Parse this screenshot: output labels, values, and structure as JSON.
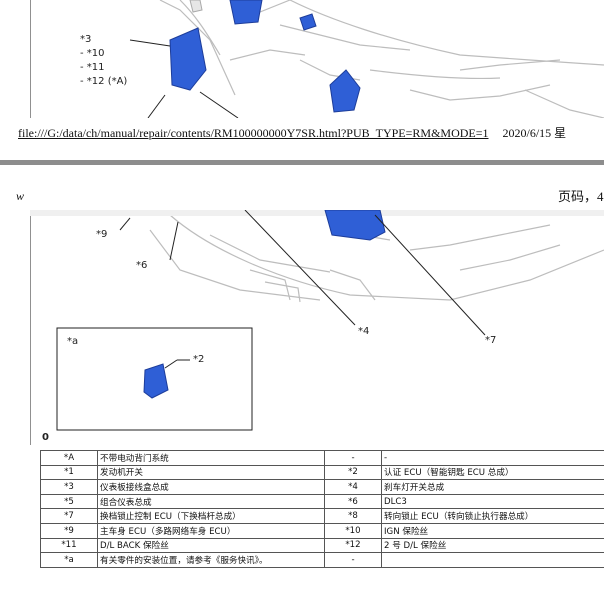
{
  "top_diagram": {
    "callouts": [
      "*3",
      "- *10",
      "- *11",
      "- *12 (*A)"
    ]
  },
  "url_line": {
    "link": "file:///G:/data/ch/manual/repair/contents/RM100000000Y7SR.html?PUB_TYPE=RM&MODE=1",
    "date": "2020/6/15",
    "trailing": "星"
  },
  "header": {
    "left_mark": "w",
    "page_label": "页码，4"
  },
  "bottom_diagram": {
    "callouts": [
      "*9",
      "*6",
      "*4",
      "*7"
    ],
    "inset": {
      "label": "*a",
      "callout": "*2"
    },
    "corner_mark": "0"
  },
  "parts_table": {
    "rows": [
      [
        "*A",
        "不带电动背门系统",
        "-",
        "-"
      ],
      [
        "*1",
        "发动机开关",
        "*2",
        "认证 ECU（智能钥匙 ECU 总成）"
      ],
      [
        "*3",
        "仪表板接线盒总成",
        "*4",
        "刹车灯开关总成"
      ],
      [
        "*5",
        "组合仪表总成",
        "*6",
        "DLC3"
      ],
      [
        "*7",
        "换档锁止控制 ECU（下换档杆总成）",
        "*8",
        "转向锁止 ECU（转向锁止执行器总成）"
      ],
      [
        "*9",
        "主车身 ECU（多路网络车身 ECU）",
        "*10",
        "IGN 保险丝"
      ],
      [
        "*11",
        "D/L BACK 保险丝",
        "*12",
        "2 号 D/L 保险丝"
      ],
      [
        "*a",
        "有关零件的安装位置，请参考《服务快讯》。",
        "-",
        ""
      ]
    ]
  }
}
